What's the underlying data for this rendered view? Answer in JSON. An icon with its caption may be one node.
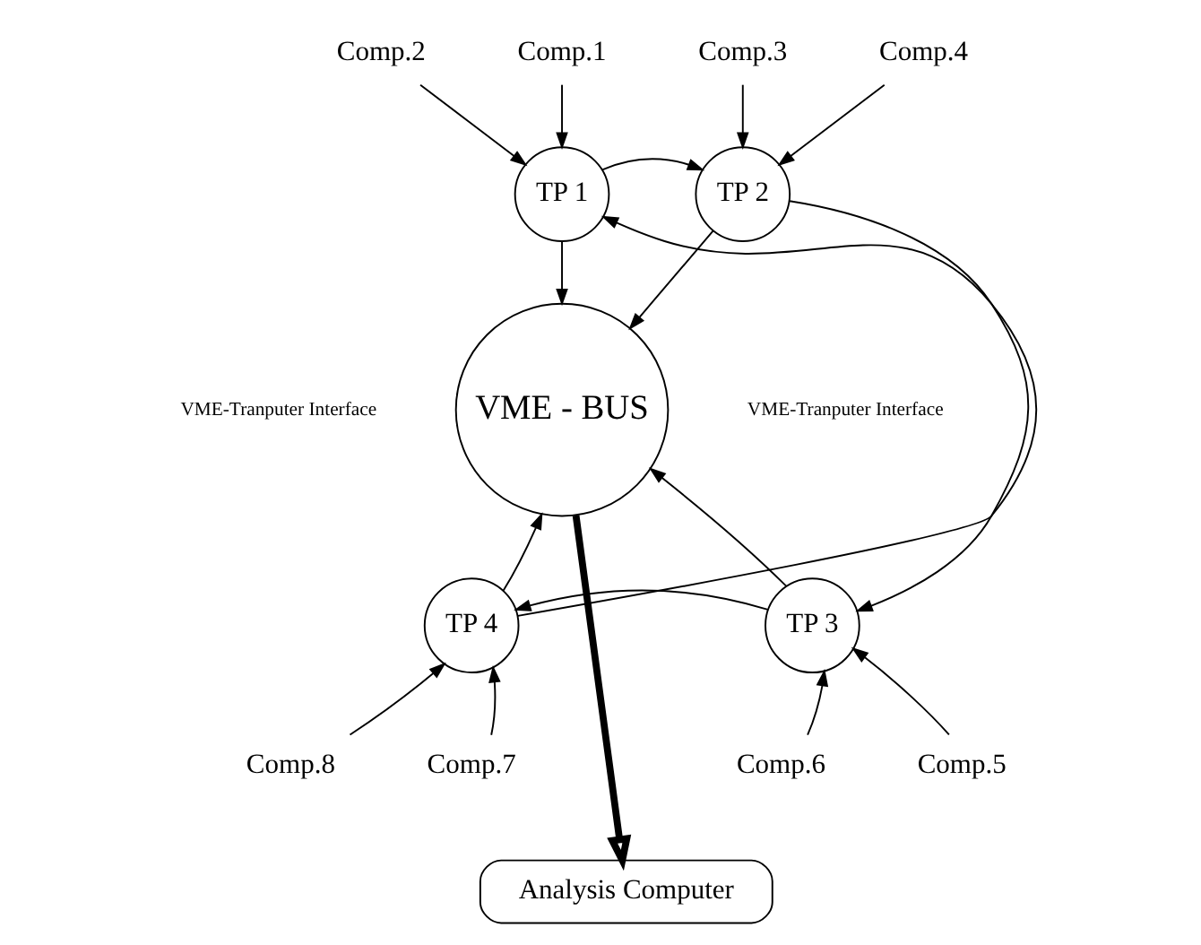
{
  "diagram": {
    "nodes": [
      {
        "text": [
          "TP 1"
        ]
      },
      {
        "text": [
          "TP 2"
        ]
      },
      {
        "text": [
          "VME - BUS"
        ]
      },
      {
        "text": [
          "TP 4"
        ]
      },
      {
        "text": [
          "TP 3"
        ]
      },
      {
        "text": [
          "Analysis Computer"
        ]
      },
      {
        "text": [
          "Comp.1"
        ]
      },
      {
        "text": [
          "Comp.2"
        ]
      },
      {
        "text": [
          "Comp.3"
        ]
      },
      {
        "text": [
          "Comp.4"
        ]
      },
      {
        "text": [
          "Comp.5"
        ]
      },
      {
        "text": [
          "Comp.6"
        ]
      },
      {
        "text": [
          "Comp.7"
        ]
      },
      {
        "text": [
          "Comp.8"
        ]
      }
    ],
    "edges": [
      {
        "from": 6,
        "to": 0,
        "arrow": "to"
      },
      {
        "from": 7,
        "to": 0,
        "arrow": "to"
      },
      {
        "from": 8,
        "to": 1,
        "arrow": "to"
      },
      {
        "from": 9,
        "to": 1,
        "arrow": "to"
      },
      {
        "from": 10,
        "to": 4,
        "arrow": "to"
      },
      {
        "from": 11,
        "to": 4,
        "arrow": "to"
      },
      {
        "from": 12,
        "to": 3,
        "arrow": "to"
      },
      {
        "from": 13,
        "to": 3,
        "arrow": "to"
      },
      {
        "from": 0,
        "to": 1,
        "arrow": "to"
      },
      {
        "from": 1,
        "to": 4,
        "arrow": "to"
      },
      {
        "from": 4,
        "to": 3,
        "arrow": "to"
      },
      {
        "from": 3,
        "to": 0,
        "arrow": "to"
      },
      {
        "from": 0,
        "to": 2,
        "arrow": "to"
      },
      {
        "from": 1,
        "to": 2,
        "arrow": "to"
      },
      {
        "from": 3,
        "to": 2,
        "arrow": "to"
      },
      {
        "from": 4,
        "to": 2,
        "arrow": "to"
      },
      {
        "from": 2,
        "to": 5,
        "arrow": "to",
        "style": "thick"
      }
    ],
    "labels": [
      "VME-Tranputer Interface",
      "VME-Tranputer Interface"
    ]
  }
}
